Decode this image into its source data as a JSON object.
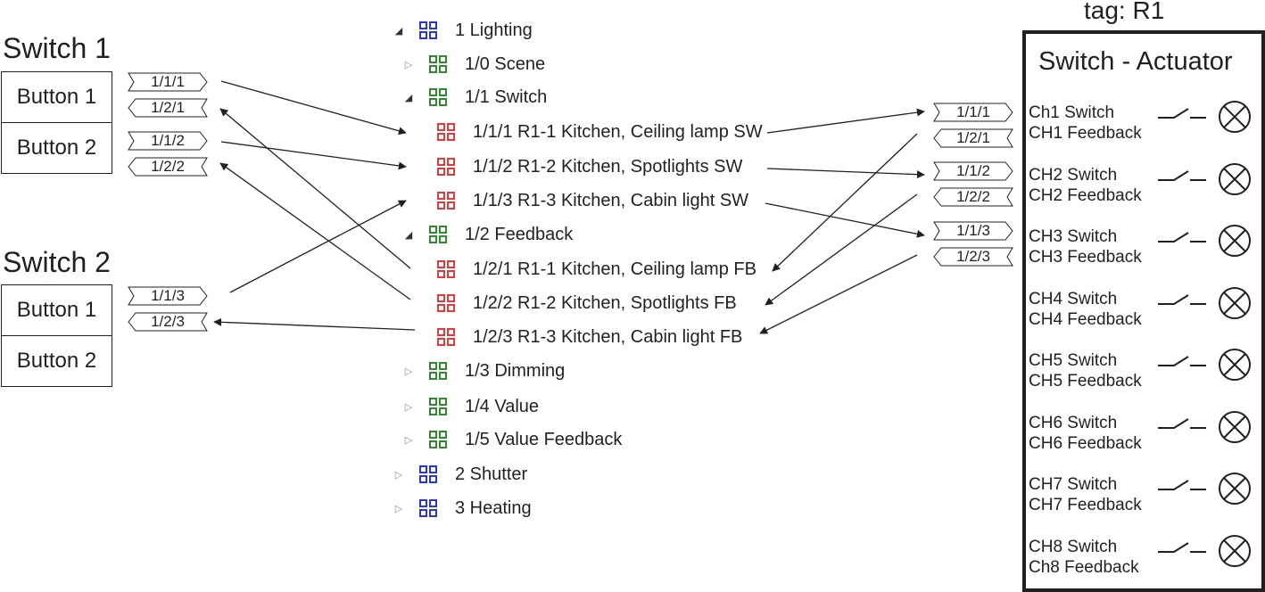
{
  "switch1": {
    "title": "Switch 1",
    "buttons": [
      {
        "label": "Button 1",
        "addresses": [
          "1/1/1",
          "1/2/1"
        ]
      },
      {
        "label": "Button 2",
        "addresses": [
          "1/1/2",
          "1/2/2"
        ]
      }
    ]
  },
  "switch2": {
    "title": "Switch 2",
    "buttons": [
      {
        "label": "Button 1",
        "addresses": [
          "1/1/3",
          "1/2/3"
        ]
      },
      {
        "label": "Button 2",
        "addresses": []
      }
    ]
  },
  "tree": {
    "items": [
      {
        "label": "1 Lighting",
        "expander": "open",
        "icon_color": "#2a35d9"
      },
      {
        "label": "1/0 Scene",
        "expander": "closed",
        "icon_color": "#2e8b2e"
      },
      {
        "label": "1/1 Switch",
        "expander": "open",
        "icon_color": "#2e8b2e"
      },
      {
        "label": "1/1/1 R1-1 Kitchen, Ceiling lamp SW",
        "expander": "none",
        "icon_color": "#e23a3a"
      },
      {
        "label": "1/1/2 R1-2 Kitchen, Spotlights SW",
        "expander": "none",
        "icon_color": "#e23a3a"
      },
      {
        "label": "1/1/3 R1-3 Kitchen, Cabin light SW",
        "expander": "none",
        "icon_color": "#e23a3a"
      },
      {
        "label": "1/2 Feedback",
        "expander": "open",
        "icon_color": "#2e8b2e"
      },
      {
        "label": "1/2/1 R1-1 Kitchen, Ceiling lamp FB",
        "expander": "none",
        "icon_color": "#e23a3a"
      },
      {
        "label": "1/2/2 R1-2 Kitchen, Spotlights FB",
        "expander": "none",
        "icon_color": "#e23a3a"
      },
      {
        "label": "1/2/3 R1-3 Kitchen, Cabin light FB",
        "expander": "none",
        "icon_color": "#e23a3a"
      },
      {
        "label": "1/3 Dimming",
        "expander": "closed",
        "icon_color": "#2e8b2e"
      },
      {
        "label": "1/4 Value",
        "expander": "closed",
        "icon_color": "#2e8b2e"
      },
      {
        "label": "1/5 Value Feedback",
        "expander": "closed",
        "icon_color": "#2e8b2e"
      },
      {
        "label": "2 Shutter",
        "expander": "closed",
        "icon_color": "#2a35d9"
      },
      {
        "label": "3 Heating",
        "expander": "closed",
        "icon_color": "#2a35d9"
      }
    ]
  },
  "actuator": {
    "tag": "tag: R1",
    "title": "Switch - Actuator",
    "channel_addresses": [
      [
        "1/1/1",
        "1/2/1"
      ],
      [
        "1/1/2",
        "1/2/2"
      ],
      [
        "1/1/3",
        "1/2/3"
      ]
    ],
    "channels": [
      {
        "switch": "Ch1 Switch",
        "feedback": "CH1 Feedback"
      },
      {
        "switch": "CH2 Switch",
        "feedback": "CH2 Feedback"
      },
      {
        "switch": "CH3 Switch",
        "feedback": "CH3 Feedback"
      },
      {
        "switch": "CH4 Switch",
        "feedback": "CH4 Feedback"
      },
      {
        "switch": "CH5 Switch",
        "feedback": "CH5 Feedback"
      },
      {
        "switch": "CH6 Switch",
        "feedback": "CH6 Feedback"
      },
      {
        "switch": "CH7 Switch",
        "feedback": "CH7 Feedback"
      },
      {
        "switch": "CH8 Switch",
        "feedback": "Ch8 Feedback"
      }
    ]
  }
}
